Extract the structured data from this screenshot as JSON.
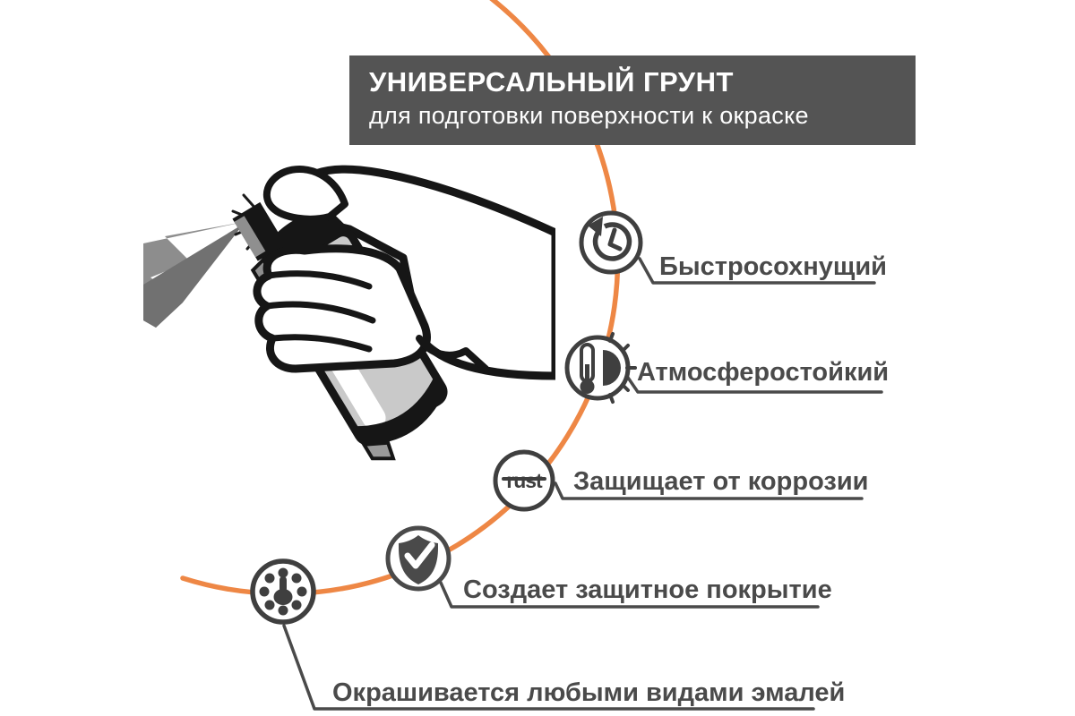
{
  "colors": {
    "background": "#ffffff",
    "accent_orange": "#ee8745",
    "header_background": "#545454",
    "header_text": "#ffffff",
    "label_text": "#4a4a4a",
    "icon_stroke": "#3f3f3f"
  },
  "header": {
    "title": "УНИВЕРСАЛЬНЫЙ ГРУНТ",
    "subtitle": "для подготовки поверхности к окраске"
  },
  "features": [
    {
      "icon": "history-clock-icon",
      "label": "Быстросохнущий"
    },
    {
      "icon": "thermometer-sun-icon",
      "label": "Атмосферостойкий"
    },
    {
      "icon": "no-rust-icon",
      "icon_text": "rust",
      "label": "Защищает от коррозии"
    },
    {
      "icon": "shield-check-icon",
      "label": "Создает защитное покрытие"
    },
    {
      "icon": "paint-dial-icon",
      "label": "Окрашивается любыми видами эмалей"
    }
  ]
}
